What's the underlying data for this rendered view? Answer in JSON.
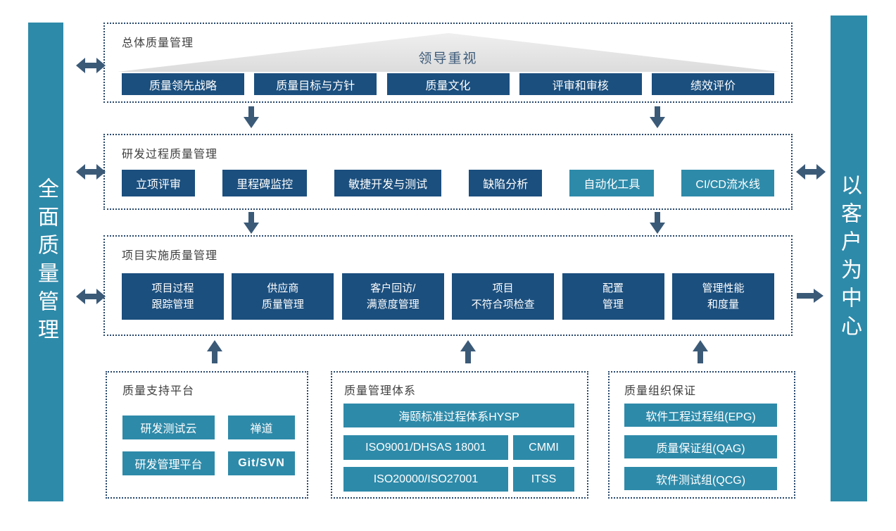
{
  "palette": {
    "dark_blue": "#1B4F7E",
    "teal": "#2E8AA9",
    "arrow": "#3B5A78",
    "dotted_border": "#27476B",
    "section_title_text": "#3F3F3F",
    "triangle_bg": "#E4E4E4",
    "banner_text": "#3D5B7A"
  },
  "left_bar": {
    "label": "全面质量管理"
  },
  "right_bar": {
    "label": "以客户为中心"
  },
  "overall": {
    "title": "总体质量管理",
    "banner": "领导重视",
    "items": [
      "质量领先战略",
      "质量目标与方针",
      "质量文化",
      "评审和审核",
      "绩效评价"
    ]
  },
  "rd": {
    "title": "研发过程质量管理",
    "items": [
      "立项评审",
      "里程碑监控",
      "敏捷开发与测试",
      "缺陷分析",
      "自动化工具",
      "CI/CD流水线"
    ]
  },
  "impl": {
    "title": "项目实施质量管理",
    "items": [
      {
        "l1": "项目过程",
        "l2": "跟踪管理"
      },
      {
        "l1": "供应商",
        "l2": "质量管理"
      },
      {
        "l1": "客户回访/",
        "l2": "满意度管理"
      },
      {
        "l1": "项目",
        "l2": "不符合项检查"
      },
      {
        "l1": "配置",
        "l2": "管理"
      },
      {
        "l1": "管理性能",
        "l2": "和度量"
      }
    ]
  },
  "support": {
    "title": "质量支持平台",
    "items": [
      "研发测试云",
      "禅道",
      "研发管理平台",
      "Git/SVN"
    ]
  },
  "system": {
    "title": "质量管理体系",
    "wide": "海颐标准过程体系HYSP",
    "items": [
      "ISO9001/DHSAS 18001",
      "CMMI",
      "ISO20000/ISO27001",
      "ITSS"
    ]
  },
  "org": {
    "title": "质量组织保证",
    "items": [
      "软件工程过程组(EPG)",
      "质量保证组(QAG)",
      "软件测试组(QCG)"
    ]
  }
}
